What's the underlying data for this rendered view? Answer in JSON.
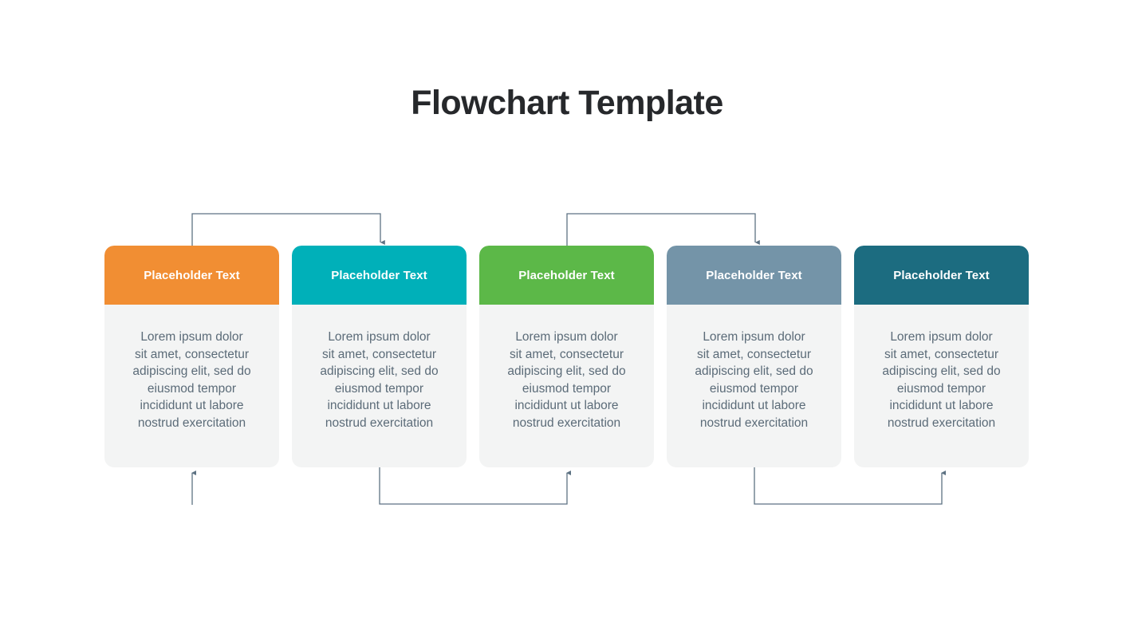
{
  "title": "Flowchart Template",
  "theme": {
    "background": "#ffffff",
    "title_color": "#26282b",
    "card_body_background": "#f3f4f4",
    "card_body_text_color": "#5b6b78",
    "header_text_color": "#ffffff",
    "connector_color": "#5d7283"
  },
  "cards": [
    {
      "header": "Placeholder Text",
      "body": "Lorem ipsum dolor\nsit amet, consectetur\nadipiscing elit, sed do\neiusmod tempor\nincididunt ut labore\nnostrud exercitation",
      "color": "#f18e33"
    },
    {
      "header": "Placeholder Text",
      "body": "Lorem ipsum dolor\nsit amet, consectetur\nadipiscing elit, sed do\neiusmod tempor\nincididunt ut labore\nnostrud exercitation",
      "color": "#00b0b9"
    },
    {
      "header": "Placeholder Text",
      "body": "Lorem ipsum dolor\nsit amet, consectetur\nadipiscing elit, sed do\neiusmod tempor\nincididunt ut labore\nnostrud exercitation",
      "color": "#5cb848"
    },
    {
      "header": "Placeholder Text",
      "body": "Lorem ipsum dolor\nsit amet, consectetur\nadipiscing elit, sed do\neiusmod tempor\nincididunt ut labore\nnostrud exercitation",
      "color": "#7494a8"
    },
    {
      "header": "Placeholder Text",
      "body": "Lorem ipsum dolor\nsit amet, consectetur\nadipiscing elit, sed do\neiusmod tempor\nincididunt ut labore\nnostrud exercitation",
      "color": "#1c6c80"
    }
  ],
  "connectors": [
    {
      "name": "entry-arrow-into-card-1",
      "from": "start",
      "to": "card-1",
      "route": "bottom-entry",
      "direction": "up"
    },
    {
      "name": "card-1-to-card-2",
      "from": "card-1",
      "to": "card-2",
      "route": "top",
      "direction": "down"
    },
    {
      "name": "card-2-to-card-3",
      "from": "card-2",
      "to": "card-3",
      "route": "bottom",
      "direction": "up"
    },
    {
      "name": "card-3-to-card-4",
      "from": "card-3",
      "to": "card-4",
      "route": "top",
      "direction": "down"
    },
    {
      "name": "card-4-to-card-5",
      "from": "card-4",
      "to": "card-5",
      "route": "bottom",
      "direction": "up"
    }
  ]
}
